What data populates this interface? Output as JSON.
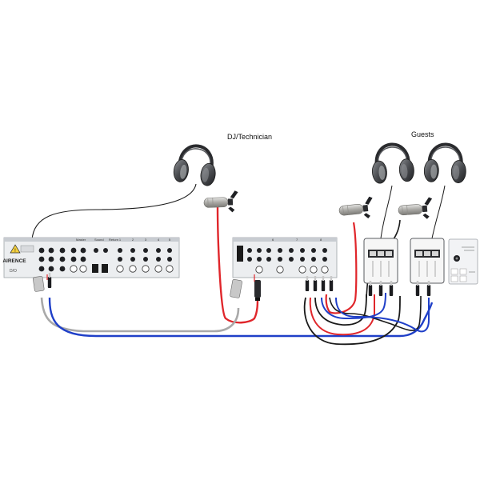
{
  "labels": {
    "dj_technician": "DJ/Technician",
    "guests": "Guests"
  },
  "mixer": {
    "brand": "AIRENCE",
    "section_master": "Master",
    "section_sound": "Sound",
    "section_return": "Return",
    "ch_numbers": [
      "1",
      "2",
      "3",
      "4",
      "5",
      "6",
      "7",
      "8"
    ]
  },
  "colors": {
    "red_cable": "#e0262b",
    "blue_cable": "#1f3fc8",
    "gray_cable": "#a9a9a9",
    "black_cable": "#1a1a1a",
    "panel": "#eceef0",
    "panel_dark": "#3c3d40"
  },
  "icons": [
    "headphones-icon",
    "microphone-icon",
    "xlr-connector-icon",
    "warning-triangle-icon"
  ]
}
